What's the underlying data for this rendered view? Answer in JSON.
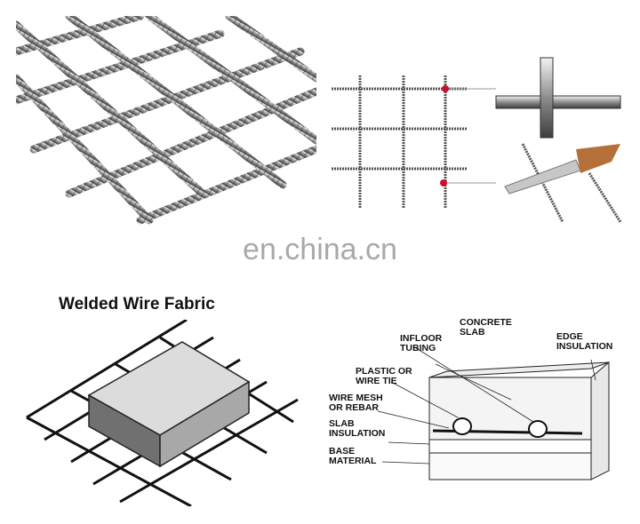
{
  "watermark": "en.china.cn",
  "wwf": {
    "title": "Welded Wire Fabric"
  },
  "slab_labels": {
    "concrete_slab": "CONCRETE\nSLAB",
    "infloor_tubing": "INFLOOR\nTUBING",
    "edge_insulation": "EDGE\nINSULATION",
    "plastic_tie": "PLASTIC OR\nWIRE TIE",
    "wire_mesh": "WIRE MESH\nOR REBAR",
    "slab_insulation": "SLAB\nINSULATION",
    "base_material": "BASE\nMATERIAL"
  },
  "colors": {
    "rebar": "#6e6e6e",
    "marker": "#c8102e",
    "watermark": "#a9a9a9",
    "hand": "#b5703a"
  }
}
